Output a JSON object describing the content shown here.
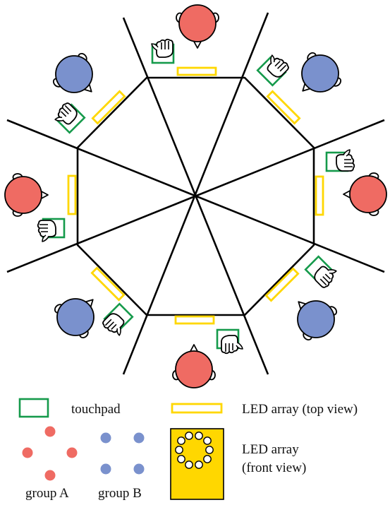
{
  "colors": {
    "group_a": "#EF6B63",
    "group_b": "#7A91CD",
    "touchpad": "#159A4B",
    "led": "#FFD700",
    "led_front_fill": "#FFD700",
    "outline": "#000000"
  },
  "icons": {
    "participant": "head-top-view-icon",
    "hand": "hand-icon"
  },
  "legend": {
    "touchpad": "touchpad",
    "led_top": "LED array (top view)",
    "led_front_line1": "LED array",
    "led_front_line2": "(front view)",
    "group_a": "group A",
    "group_b": "group B"
  },
  "seats": [
    {
      "id": "top",
      "group": "A"
    },
    {
      "id": "top-right",
      "group": "B"
    },
    {
      "id": "right",
      "group": "A"
    },
    {
      "id": "bottom-right",
      "group": "B"
    },
    {
      "id": "bottom",
      "group": "A"
    },
    {
      "id": "bottom-left",
      "group": "B"
    },
    {
      "id": "left",
      "group": "A"
    },
    {
      "id": "top-left",
      "group": "B"
    }
  ]
}
